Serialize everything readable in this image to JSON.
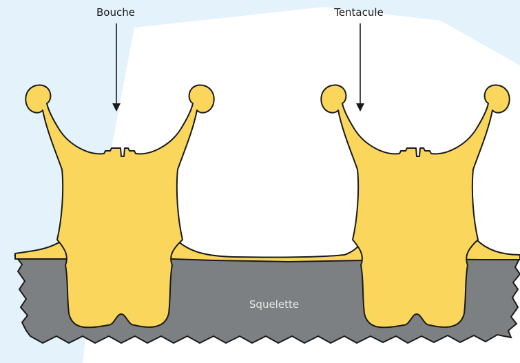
{
  "labels": {
    "mouth": "Bouche",
    "tentacle": "Tentacule",
    "skeleton": "Squelette"
  },
  "colors": {
    "background_light_blue": "#e3f2fb",
    "background_white": "#ffffff",
    "polyp_yellow": "#fad75c",
    "skeleton_gray": "#7d8082",
    "outline": "#1a1a1a",
    "skeleton_label": "#e8e8e8",
    "label_text": "#1a1a1a"
  }
}
